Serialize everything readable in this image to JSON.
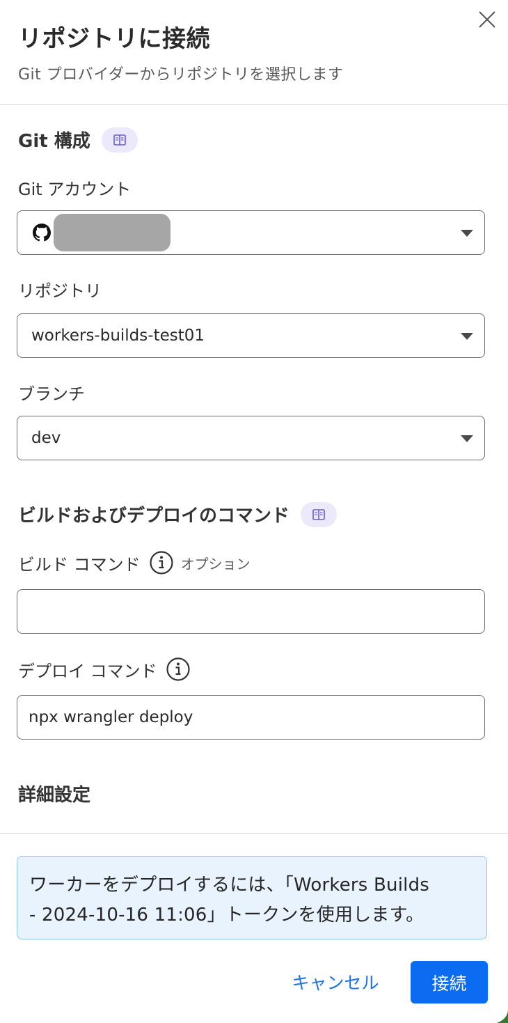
{
  "header": {
    "title": "リポジトリに接続",
    "subtitle": "Git プロバイダーからリポジトリを選択します"
  },
  "git_config": {
    "heading": "Git 構成",
    "account_label": "Git アカウント",
    "repo_label": "リポジトリ",
    "repo_value": "workers-builds-test01",
    "branch_label": "ブランチ",
    "branch_value": "dev"
  },
  "build_deploy": {
    "heading": "ビルドおよびデプロイのコマンド",
    "build_label": "ビルド コマンド",
    "build_optional": "オプション",
    "build_value": "",
    "deploy_label": "デプロイ コマンド",
    "deploy_value": "npx wrangler deploy"
  },
  "advanced": {
    "heading": "詳細設定"
  },
  "footer": {
    "notice_line1": "ワーカーをデプロイするには、「Workers Builds",
    "notice_line2": "- 2024-10-16 11:06」トークンを使用します。",
    "cancel_label": "キャンセル",
    "connect_label": "接続"
  },
  "icons": {
    "close": "close-icon",
    "docs": "book-icon",
    "info": "info-icon",
    "github": "github-icon",
    "dropdown": "chevron-down-icon"
  },
  "colors": {
    "primary": "#0b6cf2",
    "link": "#1a73e8",
    "notice_bg": "#e9f3fd",
    "notice_border": "#8fc4ef",
    "badge_bg": "#ece9fb",
    "badge_icon": "#6b5bd6"
  }
}
